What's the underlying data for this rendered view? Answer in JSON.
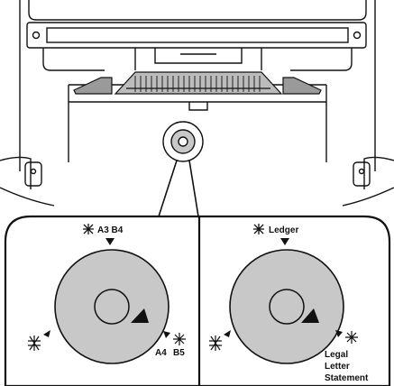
{
  "left_panel": {
    "top_label": "A3 B4",
    "bottom_right_label_1": "A4",
    "bottom_right_label_2": "B5"
  },
  "right_panel": {
    "top_label": "Ledger",
    "bottom_right_label_1": "Legal",
    "bottom_right_label_2": "Letter",
    "bottom_right_label_3": "Statement"
  },
  "colors": {
    "line": "#111111",
    "dial_fill": "#c8c8c8",
    "feeder_fill": "#9a9a9a",
    "background": "#ffffff"
  },
  "icons": [
    "paper-size-icon",
    "manual-position-icon",
    "pointer-triangle-icon",
    "knob-icon"
  ]
}
